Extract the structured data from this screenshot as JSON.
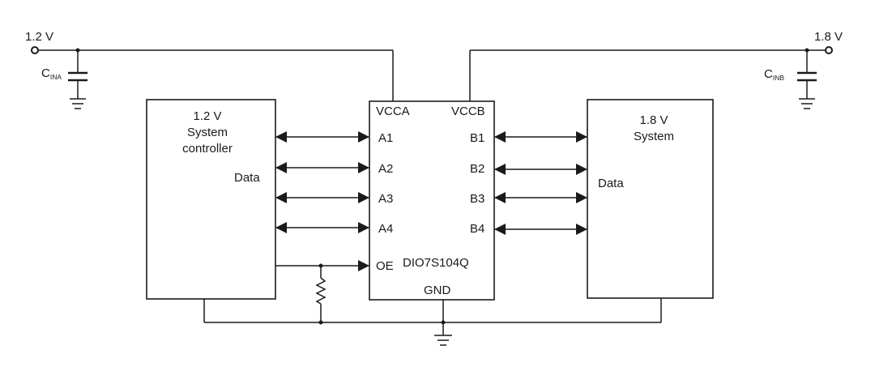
{
  "supply_left": {
    "label": "1.2 V",
    "cap_main": "C",
    "cap_sub": "INA"
  },
  "supply_right": {
    "label": "1.8 V",
    "cap_main": "C",
    "cap_sub": "INB"
  },
  "controller": {
    "title_line1": "1.2 V",
    "title_line2": "System",
    "title_line3": "controller",
    "data_label": "Data"
  },
  "system": {
    "title_line1": "1.8 V",
    "title_line2": "System",
    "data_label": "Data"
  },
  "chip": {
    "name": "DIO7S104Q",
    "vcca": "VCCA",
    "vccb": "VCCB",
    "gnd": "GND",
    "oe": "OE",
    "a_pins": [
      "A1",
      "A2",
      "A3",
      "A4"
    ],
    "b_pins": [
      "B1",
      "B2",
      "B3",
      "B4"
    ]
  }
}
